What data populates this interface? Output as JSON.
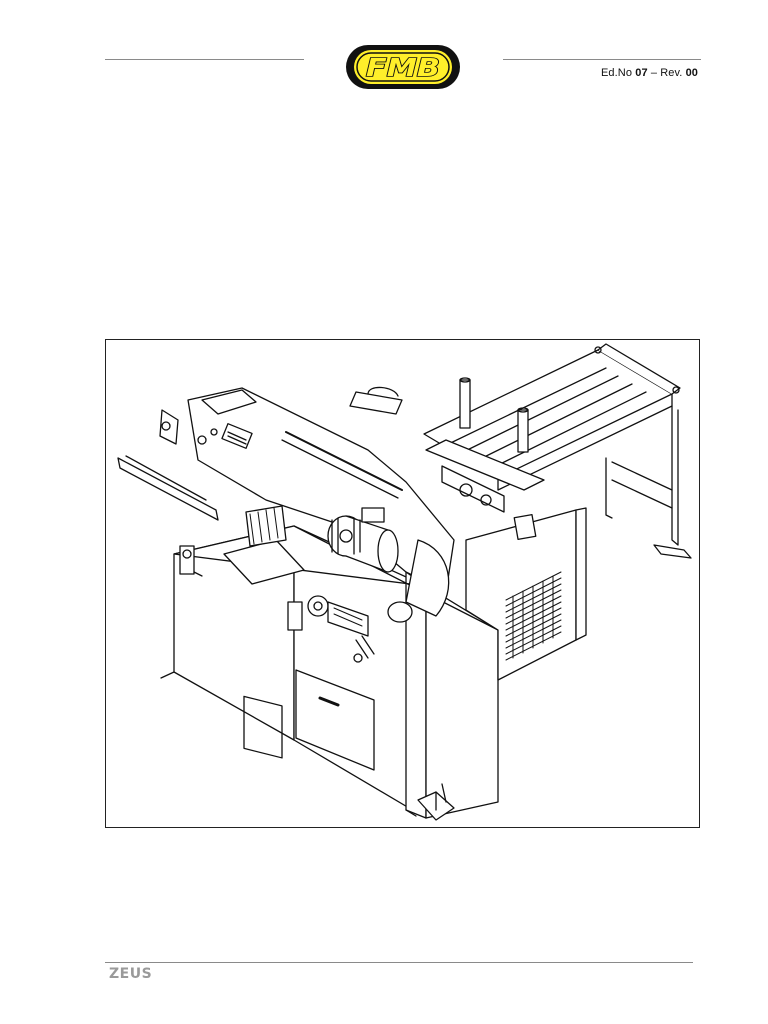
{
  "header": {
    "logo_text": "FMB",
    "edition_prefix": "Ed.No ",
    "edition_number": "07",
    "revision_prefix": " – Rev. ",
    "revision_number": "00"
  },
  "footer": {
    "model_name": "ZEUS"
  },
  "colors": {
    "logo_yellow": "#ffef2a",
    "logo_black": "#111111",
    "rule_gray": "#8a8a8a",
    "footer_gray": "#9a9a9a"
  }
}
